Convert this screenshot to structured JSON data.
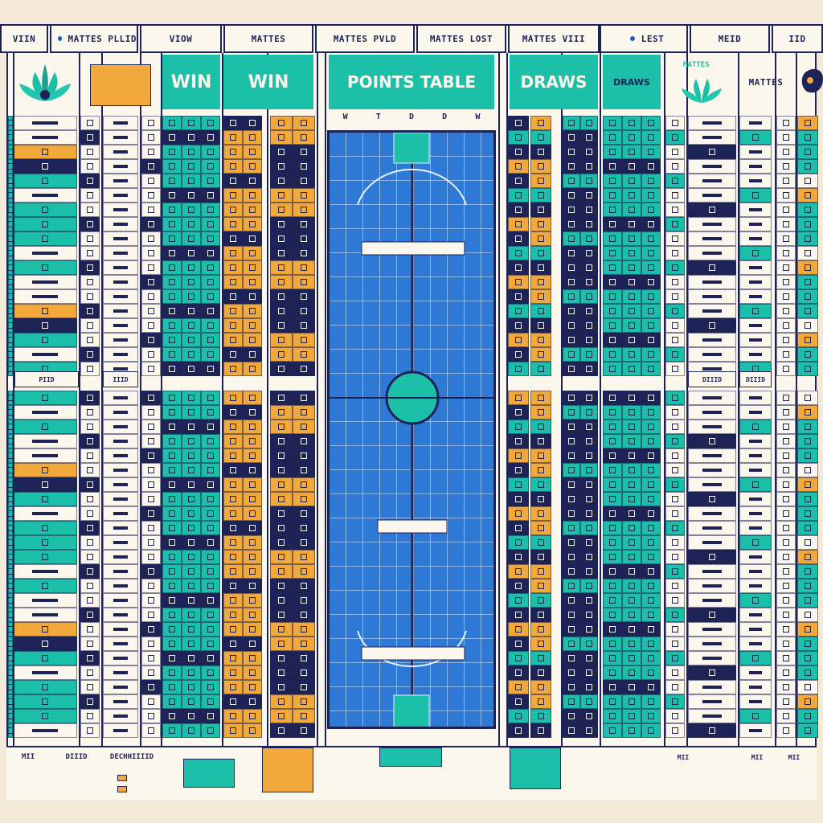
{
  "headers": [
    {
      "label": "VIIN",
      "dot": false
    },
    {
      "label": "MATTES PLLID",
      "dot": true
    },
    {
      "label": "VIOW",
      "dot": false
    },
    {
      "label": "MATTES",
      "dot": false
    },
    {
      "label": "MATTES PVLD",
      "dot": false
    },
    {
      "label": "MATTES LOST",
      "dot": false
    },
    {
      "label": "MATTES VIII",
      "dot": false
    },
    {
      "label": "LEST",
      "dot": true
    },
    {
      "label": "MEID",
      "dot": false
    },
    {
      "label": "IID",
      "dot": false
    }
  ],
  "panels": {
    "win_left": "WIN",
    "win_right": "WIN",
    "points_table": "POINTS TABLE",
    "draws_big": "DRAWS",
    "draws_small": "DRAWS",
    "logo_right_label": "MATTES",
    "logo_far_right_label": "MATTES"
  },
  "subheaders": {
    "points_cols": [
      "W",
      "T",
      "D",
      "D",
      "W"
    ],
    "mid_labels": [
      "PIID",
      "IIID",
      "DIIID",
      "DIIID"
    ]
  },
  "footer": {
    "left_label": "MII",
    "left_label2": "DIIID",
    "center_label": "DECHHIIIID",
    "right_labels": [
      "MII",
      "MII",
      "MII"
    ]
  },
  "colors": {
    "teal": "#1cbfa8",
    "navy": "#1d2356",
    "orange": "#f2a93b",
    "blue": "#2e79d6",
    "cream": "#fbf7ec"
  },
  "icons": [
    "lotus-logo-icon",
    "lotus-logo-icon",
    "crest-logo-icon"
  ]
}
